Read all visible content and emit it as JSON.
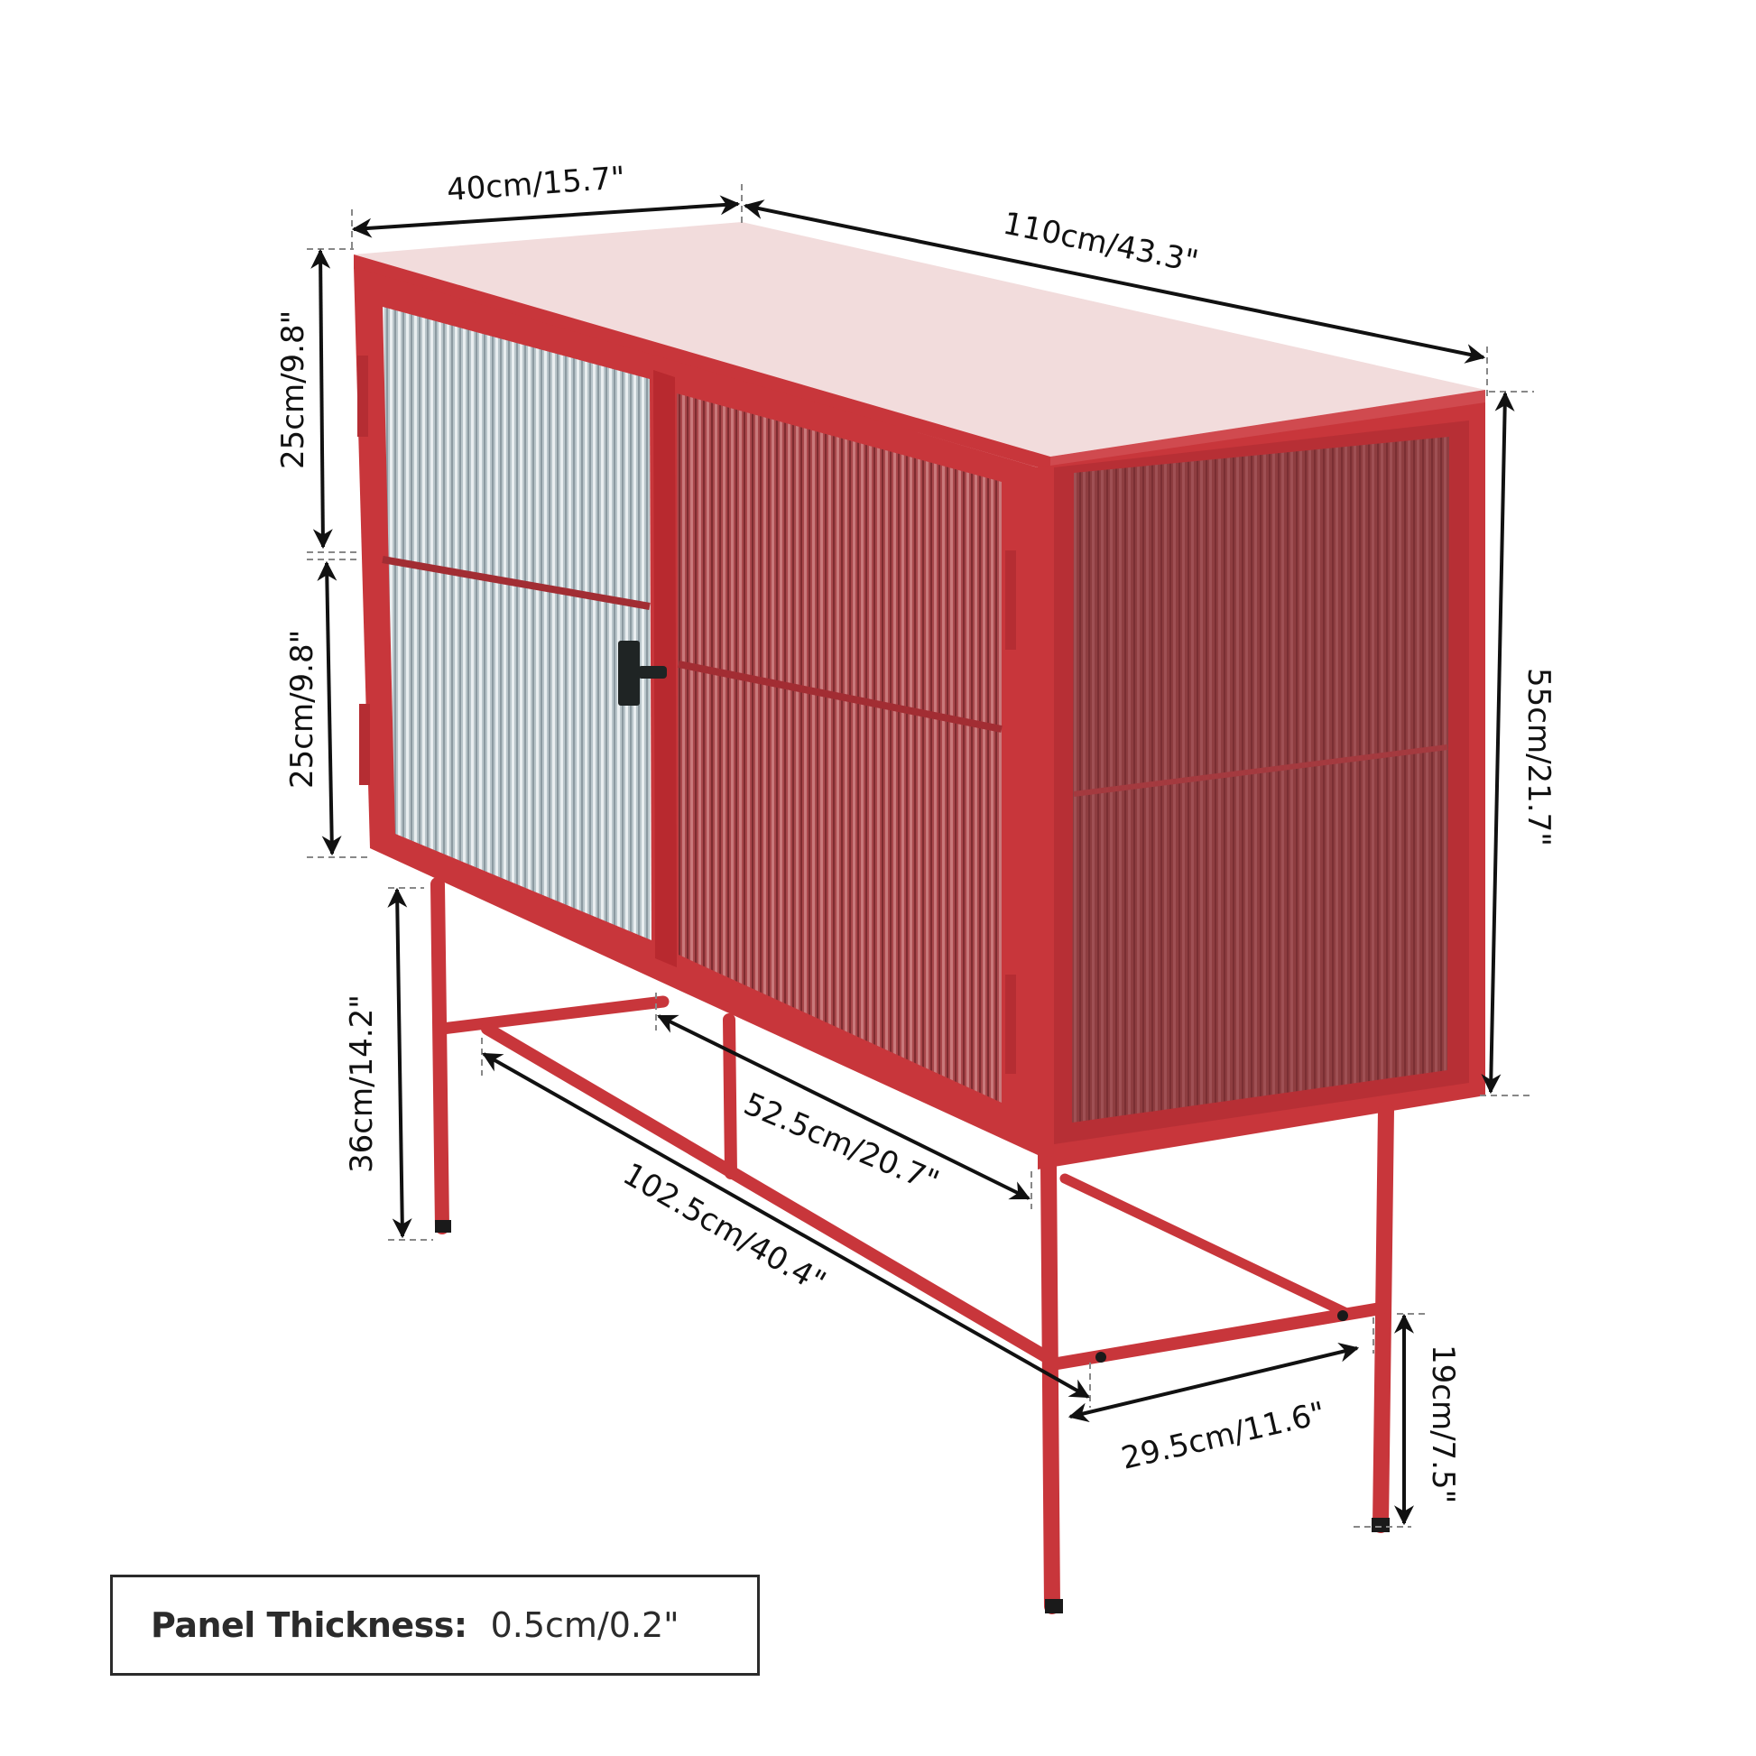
{
  "product": {
    "name": "Fluted glass door sideboard cabinet",
    "colors": {
      "frame": "#c8363b",
      "frame_dark": "#a92a30",
      "top": "#f2dcdc",
      "glass_front": "#b5c2c8",
      "glass_side": "#8e3d40",
      "handle": "#1f2424",
      "arrow": "#111111",
      "guide": "#888888"
    }
  },
  "dimensions": {
    "depth": "40cm/15.7\"",
    "width": "110cm/43.3\"",
    "upper_compartment_height": "25cm/9.8\"",
    "lower_compartment_height": "25cm/9.8\"",
    "cabinet_height": "55cm/21.7\"",
    "leg_height": "36cm/14.2\"",
    "side_stretcher_length": "52.5cm/20.7\"",
    "front_stretcher_length": "102.5cm/40.4\"",
    "end_stretcher_length": "29.5cm/11.6\"",
    "stretcher_to_floor": "19cm/7.5\""
  },
  "panel_thickness": {
    "label": "Panel Thickness:",
    "value": "0.5cm/0.2\""
  }
}
